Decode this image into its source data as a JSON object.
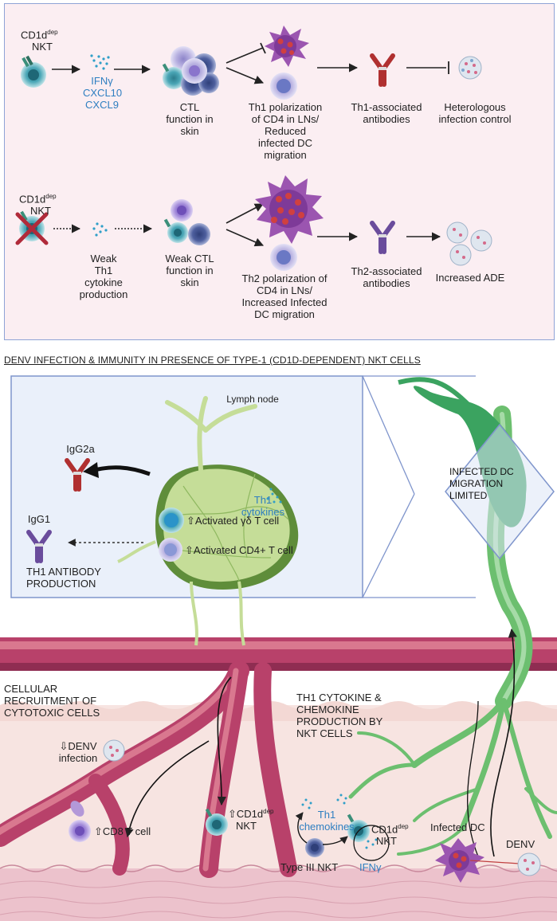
{
  "top_panel": {
    "row1": {
      "nkt_label": "CD1d",
      "nkt_sup": "dep",
      "nkt_label2": "NKT",
      "cytokines": [
        "IFNγ",
        "CXCL10",
        "CXCL9"
      ],
      "ctl": [
        "CTL",
        "function in",
        "skin"
      ],
      "th1": [
        "Th1 polarization",
        "of CD4 in LNs/",
        "Reduced",
        "infected DC",
        "migration"
      ],
      "antibodies": [
        "Th1-associated",
        "antibodies"
      ],
      "outcome": [
        "Heterologous",
        "infection control"
      ]
    },
    "row2": {
      "nkt_label": "CD1d",
      "nkt_sup": "dep",
      "nkt_label2": "NKT",
      "cytokines": [
        "Weak",
        "Th1",
        "cytokine",
        "production"
      ],
      "ctl": [
        "Weak CTL",
        "function in",
        "skin"
      ],
      "th2": [
        "Th2 polarization of",
        "CD4 in LNs/",
        "Increased Infected",
        "DC migration"
      ],
      "antibodies": [
        "Th2-associated",
        "antibodies"
      ],
      "outcome": "Increased ADE"
    }
  },
  "heading": "DENV INFECTION & IMMUNITY IN PRESENCE OF TYPE-1 (CD1D-DEPENDENT) NKT CELLS",
  "lymph": {
    "title": "Lymph node",
    "igg2a": "IgG2a",
    "igg1": "IgG1",
    "th1_cytokines": [
      "Th1",
      "cytokines"
    ],
    "gd_t": "⇧Activated γδ T cell",
    "cd4_t": "⇧Activated CD4+ T cell",
    "production": [
      "TH1 ANTIBODY",
      "PRODUCTION"
    ],
    "dc_migration": [
      "INFECTED DC",
      "MIGRATION",
      "LIMITED"
    ]
  },
  "tissue": {
    "recruitment": [
      "CELLULAR",
      "RECRUITMENT OF",
      "CYTOTOXIC CELLS"
    ],
    "cytokine_production": [
      "TH1 CYTOKINE &",
      "CHEMOKINE",
      "PRODUCTION BY",
      "NKT CELLS"
    ],
    "denv_infection": [
      "⇩DENV",
      "infection"
    ],
    "cd1d_nkt": [
      "⇧CD1d",
      "dep",
      "NKT"
    ],
    "cd8": "⇧CD8 T cell",
    "th1_chemokines": [
      "Th1",
      "chemokines"
    ],
    "nkt2": [
      "CD1d",
      "dep",
      "NKT"
    ],
    "type3": "Type III NKT",
    "ifng": "IFNγ",
    "infected_dc": "Infected DC",
    "denv": "DENV"
  },
  "colors": {
    "panel_bg": "#fbeef2",
    "panel_border": "#8fa3d6",
    "cytokine_blue": "#2f7fc1",
    "vessel": "#b8416a",
    "lymph_green": "#c5dd98",
    "dendrite_green": "#6cbf6f",
    "dc_purple": "#9b55b0",
    "igg2a_red": "#b03030",
    "igg1_purple": "#6a4c9c"
  }
}
